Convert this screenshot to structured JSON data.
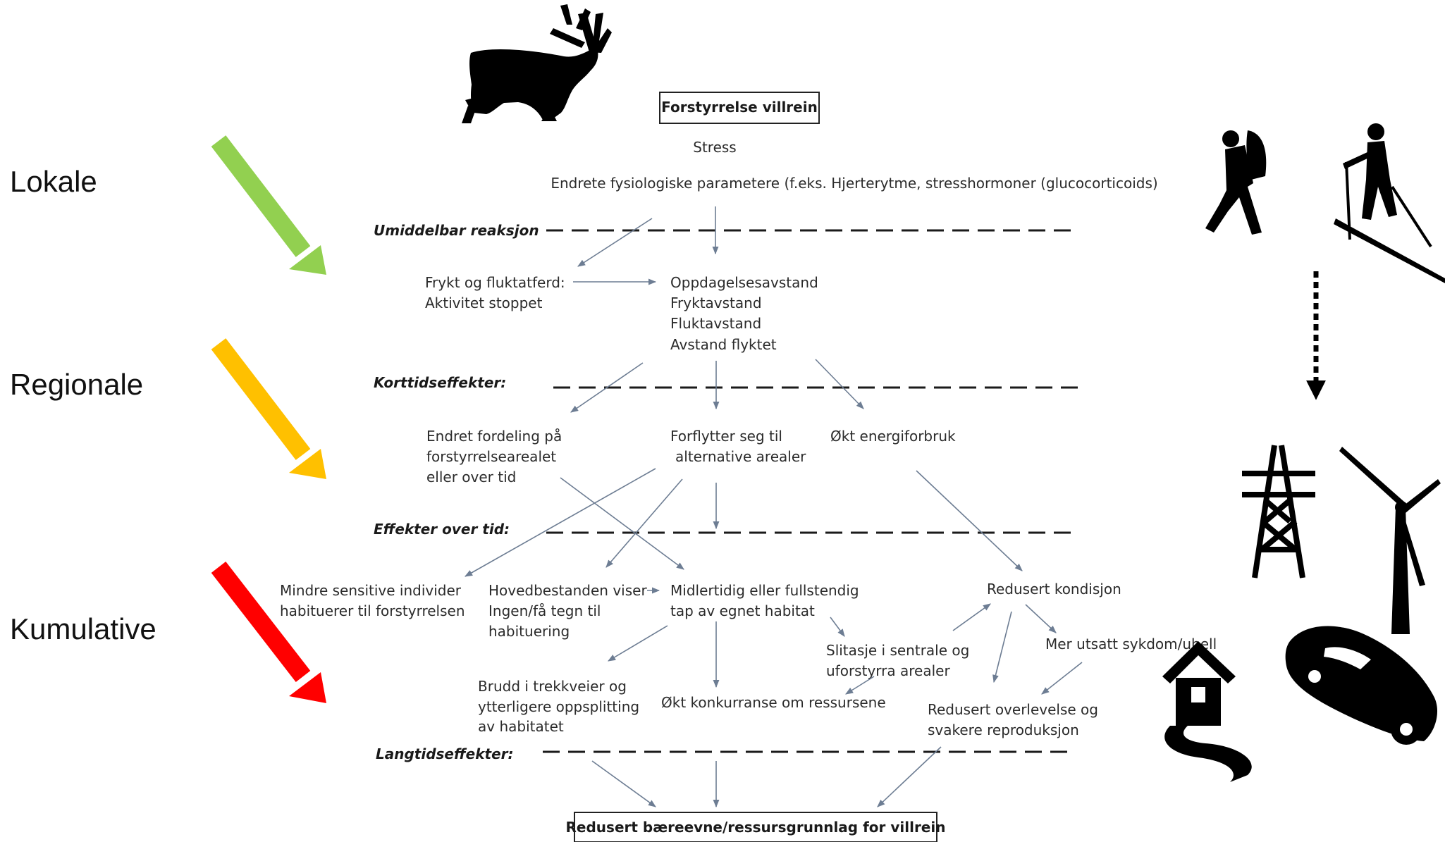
{
  "side_labels": [
    "Lokale",
    "Regionale",
    "Kumulative"
  ],
  "colors": {
    "green": "#92d050",
    "yellow": "#ffc000",
    "red": "#ff0000",
    "flow_arrow": "#6d7d93"
  },
  "boxes": {
    "top": "Forstyrrelse villrein",
    "bottom": "Redusert bæreevne/ressursgrunnlag for villrein"
  },
  "stage_labels": [
    "Umiddelbar reaksjon",
    "Korttidseffekter:",
    "Effekter over tid:",
    "Langtidseffekter:"
  ],
  "stress": "Stress",
  "physiology": "Endrete fysiologiske parametere (f.eks. Hjerterytme, stresshormoner (glucocorticoids)",
  "reaction": {
    "flight": [
      "Frykt og fluktatferd:",
      "Aktivitet stoppet"
    ],
    "distances": [
      "Oppdagelsesavstand",
      "Fryktavstand",
      "Fluktavstand",
      "Avstand flyktet"
    ]
  },
  "short_term": {
    "distribution": [
      "Endret fordeling på",
      "forstyrrelsearealet",
      "eller over tid"
    ],
    "relocation": [
      "Forflytter seg til",
      "alternative arealer"
    ],
    "energy": "Økt energiforbruk"
  },
  "over_time": {
    "habituation": [
      "Mindre sensitive individer",
      "habituerer til forstyrrelsen"
    ],
    "main_herd": [
      "Hovedbestanden viser",
      "Ingen/få tegn til",
      "habituering"
    ],
    "habitat_loss": [
      "Midlertidig eller fullstendig",
      "tap av egnet habitat"
    ],
    "condition": "Redusert kondisjon",
    "wear": [
      "Slitasje i sentrale og",
      "uforstyrra arealer"
    ],
    "disease": "Mer utsatt sykdom/uhell",
    "migration": [
      "Brudd i trekkveier og",
      "ytterligere oppsplitting",
      "av habitatet"
    ],
    "competition": "Økt konkurranse om ressursene",
    "survival": [
      "Redusert overlevelse og",
      "svakere reproduksjon"
    ]
  },
  "icons": [
    "reindeer-icon",
    "hiker-icon",
    "skier-icon",
    "power-pylon-icon",
    "wind-turbine-icon",
    "house-icon",
    "car-icon"
  ]
}
